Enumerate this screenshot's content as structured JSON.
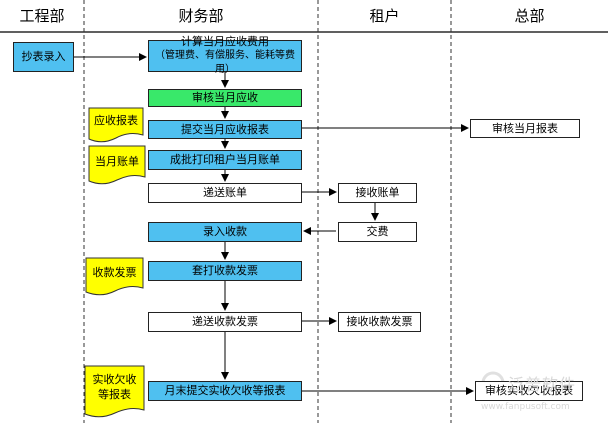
{
  "lanes": [
    "工程部",
    "财务部",
    "租户",
    "总部"
  ],
  "nodes": {
    "n_meter": "抄表录入",
    "n_calc_line1": "计算当月应收费用",
    "n_calc_line2": "（管理费、有偿服务、能耗等费用）",
    "n_audit": "审核当月应收",
    "n_submit": "提交当月应收报表",
    "n_hq_audit": "审核当月报表",
    "n_print": "成批打印租户当月账单",
    "n_send_bill": "递送账单",
    "n_recv_bill": "接收账单",
    "n_record": "录入收款",
    "n_pay": "交费",
    "n_invoice_print": "套打收款发票",
    "n_send_invoice": "递送收款发票",
    "n_recv_invoice": "接收收款发票",
    "n_month_end": "月末提交实收欠收等报表",
    "n_hq_report": "审核实收欠收报表"
  },
  "docs": {
    "d_receivable": "应收报表",
    "d_bill": "当月账单",
    "d_invoice": "收款发票",
    "d_report_line1": "实收欠收",
    "d_report_line2": "等报表"
  },
  "watermark": {
    "brand": "泛普软件",
    "url": "www.fanpusoft.com"
  },
  "colors": {
    "process_blue": "#4fc0f0",
    "audit_green": "#39e86a",
    "document_yellow": "#ffff00"
  }
}
